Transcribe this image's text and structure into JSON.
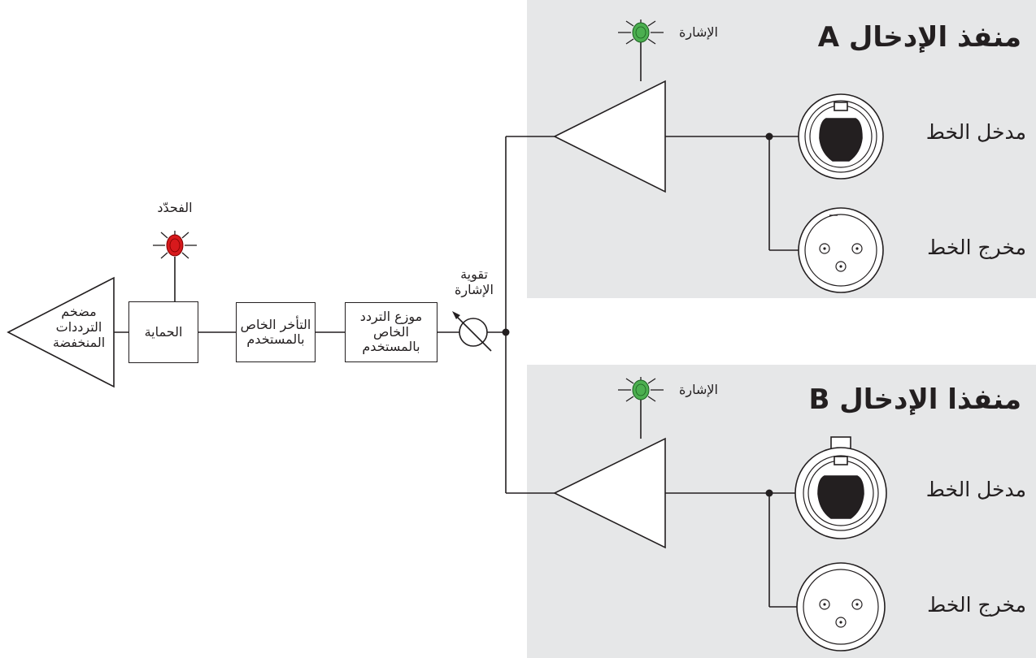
{
  "colors": {
    "panel_bg": "#e6e7e8",
    "line": "#231f20",
    "limiter_led": "#d7191c",
    "signal_led": "#4caf50"
  },
  "input_a": {
    "title": "منفذ الإدخال A",
    "signal_label": "الإشارة",
    "line_in_label": "مدخل الخط",
    "line_out_label": "مخرج الخط"
  },
  "input_b": {
    "title": "منفذا الإدخال B",
    "signal_label": "الإشارة",
    "line_in_label": "مدخل الخط",
    "line_out_label": "مخرج الخط"
  },
  "gain_label": "تقوية\nالإشارة",
  "limiter_label": "الفحدّد",
  "blocks": {
    "user_eq": "موزع التردد\nالخاص\nبالمستخدم",
    "user_delay": "التأخر الخاص\nبالمستخدم",
    "protection": "الحماية"
  },
  "amp_label": "مضخم\nالترددات\nالمنخفضة",
  "icons": [
    "signal-led-icon",
    "limiter-led-icon",
    "xlr-female-icon",
    "xlr-male-icon",
    "amplifier-icon",
    "gain-knob-icon"
  ]
}
